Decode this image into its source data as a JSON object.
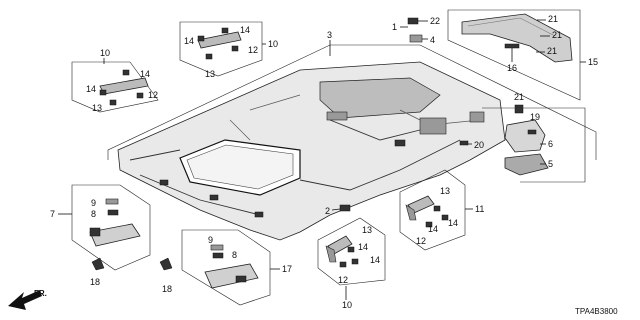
{
  "diagram_code": "TPA4B3800",
  "direction_label": "FR.",
  "callouts": {
    "c1": "1",
    "c22": "22",
    "c4": "4",
    "c3": "3",
    "c21a": "21",
    "c21b": "21",
    "c21c": "21",
    "c21d": "21",
    "c15": "15",
    "c16": "16",
    "c19": "19",
    "c6": "6",
    "c5": "5",
    "c20": "20",
    "c10a": "10",
    "c14a": "14",
    "c14b": "14",
    "c13a": "13",
    "c12a": "12",
    "c10b": "10",
    "c14c": "14",
    "c14d": "14",
    "c12b": "12",
    "c13b": "13",
    "c7": "7",
    "c9a": "9",
    "c8a": "8",
    "c18a": "18",
    "c18b": "18",
    "c2": "2",
    "c9b": "9",
    "c8b": "8",
    "c17": "17",
    "c13c": "13",
    "c14e": "14",
    "c14f": "14",
    "c12c": "12",
    "c10c": "10",
    "c13d": "13",
    "c14g": "14",
    "c14h": "14",
    "c12d": "12",
    "c11": "11"
  }
}
